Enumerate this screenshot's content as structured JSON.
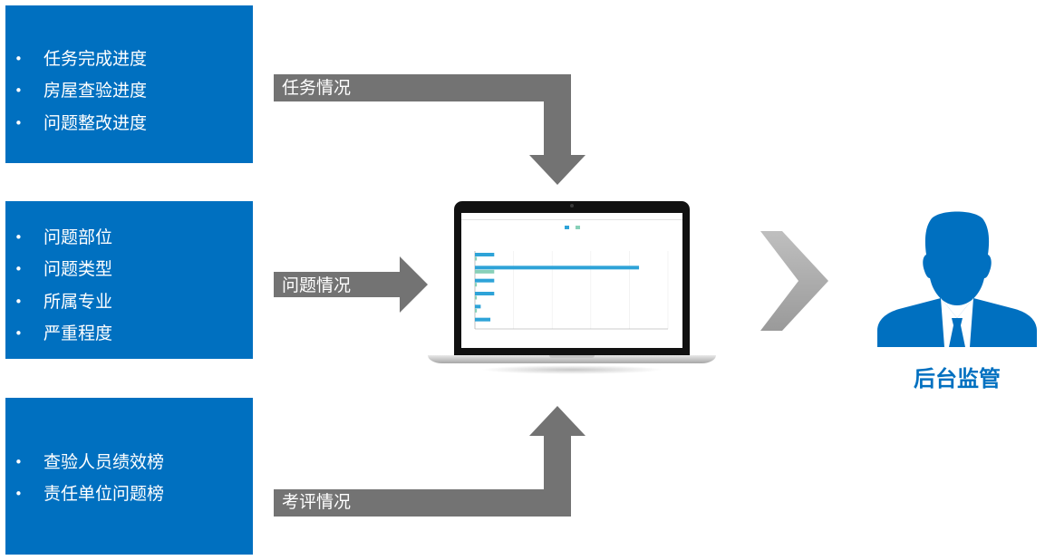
{
  "panels": [
    {
      "items": [
        "任务完成进度",
        "房屋查验进度",
        "问题整改进度"
      ]
    },
    {
      "items": [
        "问题部位",
        "问题类型",
        "所属专业",
        "严重程度"
      ]
    },
    {
      "items": [
        "查验人员绩效榜",
        "责任单位问题榜"
      ]
    }
  ],
  "arrows": {
    "task_label": "任务情况",
    "issue_label": "问题情况",
    "eval_label": "考评情况"
  },
  "target": {
    "label": "后台监管"
  },
  "colors": {
    "panel_blue": "#0070c0",
    "arrow_gray": "#737373",
    "chevron_gray": "#a6a6a6",
    "person_blue": "#0070c0"
  },
  "icons": {
    "chevron": "chevron-right-icon",
    "person": "person-icon"
  },
  "chart_data": {
    "type": "bar",
    "orientation": "horizontal",
    "title": "",
    "categories": [
      "",
      "",
      "",
      "",
      "",
      ""
    ],
    "series": [
      {
        "values": [
          10,
          85,
          10,
          10,
          3,
          8
        ]
      },
      {
        "values": [
          1,
          10,
          1,
          1,
          1,
          0
        ]
      }
    ],
    "xlim": [
      0,
      100
    ],
    "grid": true,
    "legend": "top-center",
    "series_colors": [
      "#2ea3d8",
      "#88d0b8"
    ]
  }
}
